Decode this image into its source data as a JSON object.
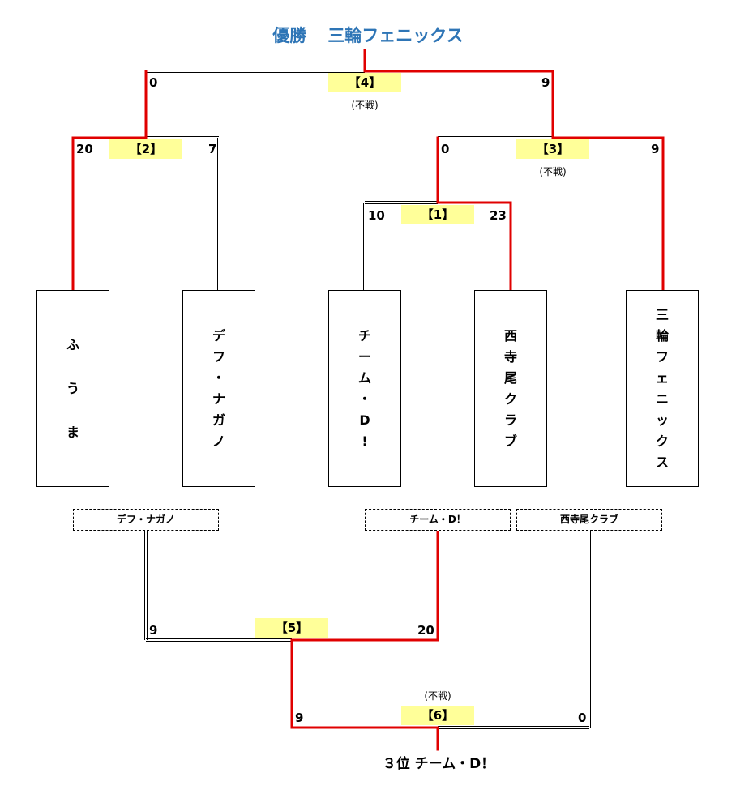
{
  "title": {
    "label": "優勝",
    "winner": "三輪フェニックス",
    "color": "#2e75b6"
  },
  "colors": {
    "win_line": "#e00000",
    "match_label_bg": "#ffff99"
  },
  "teams": [
    {
      "name": "ふうま",
      "chars": [
        "ふ",
        "う",
        "ま"
      ]
    },
    {
      "name": "デフ・ナガノ",
      "chars": [
        "デ",
        "フ",
        "・",
        "ナ",
        "ガ",
        "ノ"
      ]
    },
    {
      "name": "チーム・D！",
      "chars": [
        "チ",
        "ー",
        "ム",
        "・",
        "D",
        "!"
      ]
    },
    {
      "name": "西寺尾クラブ",
      "chars": [
        "西",
        "寺",
        "尾",
        "ク",
        "ラ",
        "ブ"
      ]
    },
    {
      "name": "三輪フェニックス",
      "chars": [
        "三",
        "輪",
        "フ",
        "ェ",
        "ニ",
        "ッ",
        "ク",
        "ス"
      ]
    }
  ],
  "matches": {
    "m1": {
      "label": "【1】",
      "left_score": "10",
      "right_score": "23",
      "note": ""
    },
    "m2": {
      "label": "【2】",
      "left_score": "20",
      "right_score": "7",
      "note": ""
    },
    "m3": {
      "label": "【3】",
      "left_score": "0",
      "right_score": "9",
      "note": "(不戦)"
    },
    "m4": {
      "label": "【4】",
      "left_score": "0",
      "right_score": "9",
      "note": "(不戦)"
    },
    "m5": {
      "label": "【5】",
      "left_score": "9",
      "right_score": "20",
      "note": ""
    },
    "m6": {
      "label": "【6】",
      "left_score": "9",
      "right_score": "0",
      "note": "(不戦)"
    }
  },
  "losers": [
    {
      "name": "デフ・ナガノ"
    },
    {
      "name": "チーム・D！"
    },
    {
      "name": "西寺尾クラブ"
    }
  ],
  "third_place": {
    "rank": "３位",
    "team": "チーム・D！"
  }
}
